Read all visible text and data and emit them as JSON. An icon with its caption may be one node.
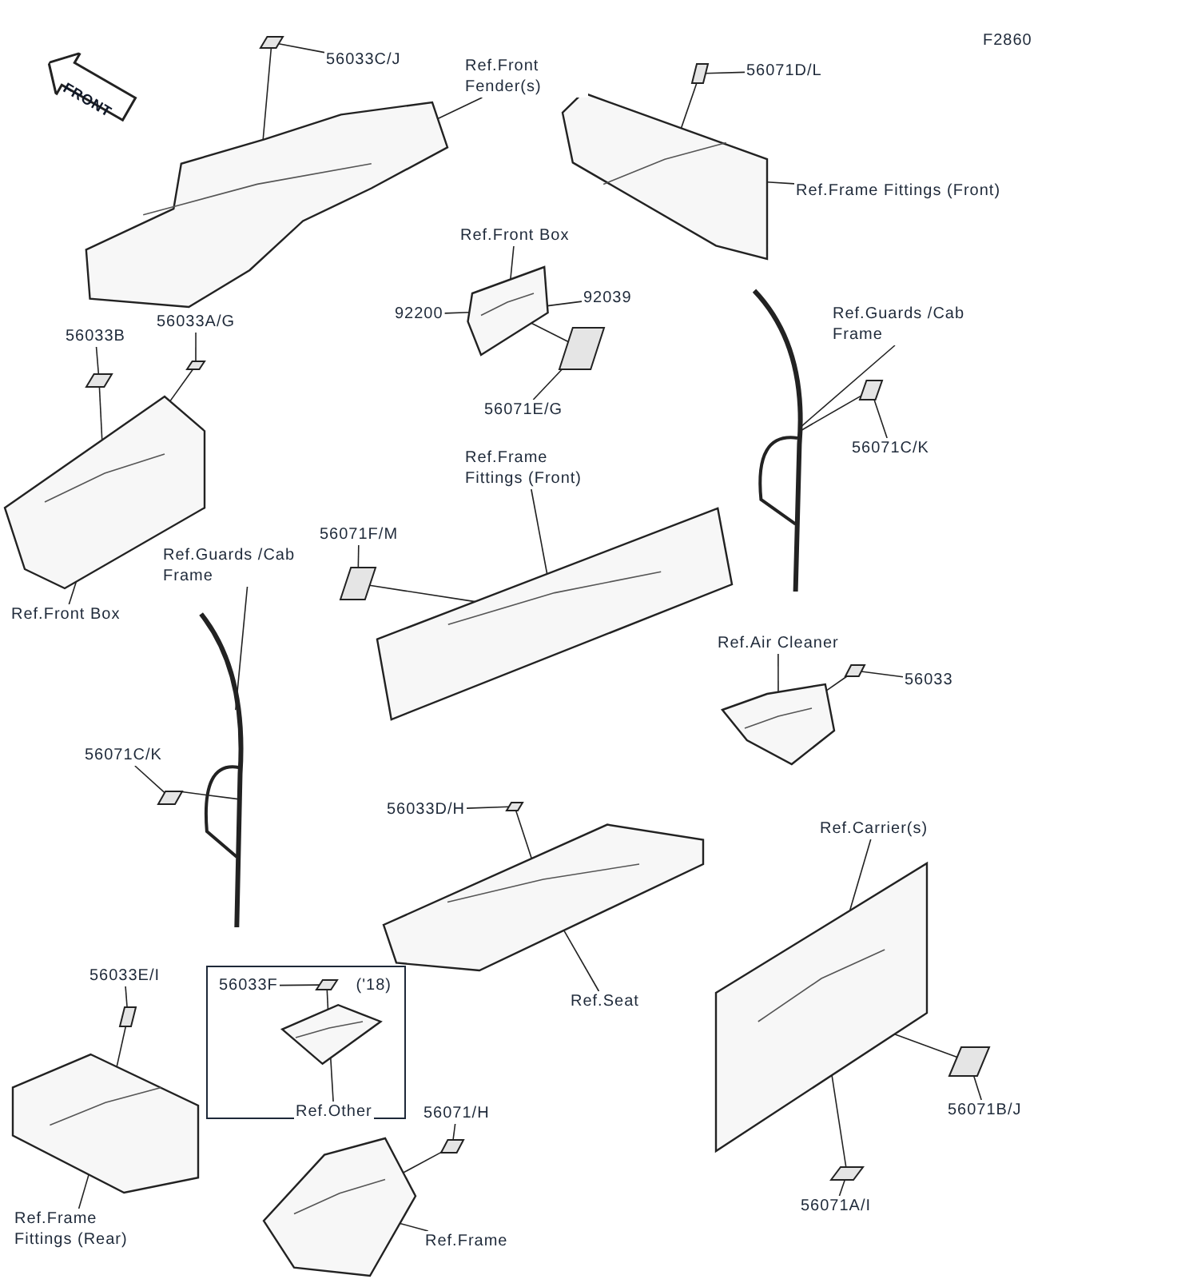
{
  "diagram": {
    "nodes": [
      {
        "text": [
          "56033C/J"
        ]
      },
      {
        "text": [],
        "shape": "box"
      },
      {
        "text": [
          "Ref.Front Fender(s)"
        ]
      },
      {
        "text": [],
        "shape": "picture"
      },
      {
        "text": [
          "56071D/L"
        ]
      },
      {
        "text": [],
        "shape": "box"
      },
      {
        "text": [],
        "shape": "picture"
      },
      {
        "text": [
          "Ref.Frame Fittings (Front)"
        ]
      },
      {
        "text": [
          "Ref.Front Box"
        ]
      },
      {
        "text": [
          "92200"
        ]
      },
      {
        "text": [
          "92039"
        ]
      },
      {
        "text": [],
        "shape": "picture"
      },
      {
        "text": [],
        "shape": "box"
      },
      {
        "text": [
          "56071E/G"
        ]
      },
      {
        "text": [
          "56033B"
        ]
      },
      {
        "text": [
          "56033A/G"
        ]
      },
      {
        "text": [],
        "shape": "box"
      },
      {
        "text": [],
        "shape": "box"
      },
      {
        "text": [],
        "shape": "picture"
      },
      {
        "text": [
          "Ref.Front Box"
        ]
      },
      {
        "text": [
          "Ref.Guards /Cab Frame"
        ]
      },
      {
        "text": [],
        "shape": "picture"
      },
      {
        "text": [],
        "shape": "box"
      },
      {
        "text": [
          "56071C/K"
        ]
      },
      {
        "text": [
          "Ref.Frame Fittings (Front)"
        ]
      },
      {
        "text": [
          "56071F/M"
        ]
      },
      {
        "text": [],
        "shape": "box"
      },
      {
        "text": [],
        "shape": "picture"
      },
      {
        "text": [
          "Ref.Guards /Cab Frame"
        ]
      },
      {
        "text": [],
        "shape": "picture"
      },
      {
        "text": [
          "56071C/K"
        ]
      },
      {
        "text": [],
        "shape": "box"
      },
      {
        "text": [
          "Ref.Air Cleaner"
        ]
      },
      {
        "text": [],
        "shape": "picture"
      },
      {
        "text": [],
        "shape": "box"
      },
      {
        "text": [
          "56033"
        ]
      },
      {
        "text": [
          "56033D/H"
        ]
      },
      {
        "text": [],
        "shape": "box"
      },
      {
        "text": [],
        "shape": "picture"
      },
      {
        "text": [
          "Ref.Seat"
        ]
      },
      {
        "text": [
          "Ref.Carrier(s)"
        ]
      },
      {
        "text": [],
        "shape": "picture"
      },
      {
        "text": [],
        "shape": "box"
      },
      {
        "text": [],
        "shape": "box"
      },
      {
        "text": [
          "56071A/I"
        ]
      },
      {
        "text": [
          "56071B/J"
        ]
      },
      {
        "text": [
          "56033E/I"
        ]
      },
      {
        "text": [],
        "shape": "box"
      },
      {
        "text": [],
        "shape": "picture"
      },
      {
        "text": [
          "Ref.Frame Fittings (Rear)"
        ]
      },
      {
        "text": [
          "('18)"
        ]
      },
      {
        "text": [
          "56033F"
        ],
        "in": 50
      },
      {
        "text": [],
        "shape": "box",
        "in": 50
      },
      {
        "text": [],
        "shape": "picture",
        "in": 50
      },
      {
        "text": [
          "Ref.Other"
        ],
        "in": 50
      },
      {
        "text": [
          "56071/H"
        ]
      },
      {
        "text": [],
        "shape": "box"
      },
      {
        "text": [],
        "shape": "picture"
      },
      {
        "text": [
          "Ref.Frame"
        ]
      }
    ],
    "edges": [
      {
        "from": 0,
        "to": 1,
        "arrow": "none"
      },
      {
        "from": 1,
        "to": 3,
        "arrow": "none"
      },
      {
        "from": 2,
        "to": 3,
        "arrow": "none"
      },
      {
        "from": 4,
        "to": 5,
        "arrow": "none"
      },
      {
        "from": 5,
        "to": 6,
        "arrow": "none"
      },
      {
        "from": 7,
        "to": 6,
        "arrow": "none"
      },
      {
        "from": 8,
        "to": 11,
        "arrow": "none"
      },
      {
        "from": 9,
        "to": 11,
        "arrow": "none"
      },
      {
        "from": 10,
        "to": 11,
        "arrow": "none"
      },
      {
        "from": 12,
        "to": 11,
        "arrow": "none"
      },
      {
        "from": 13,
        "to": 12,
        "arrow": "none"
      },
      {
        "from": 14,
        "to": 16,
        "arrow": "none"
      },
      {
        "from": 16,
        "to": 18,
        "arrow": "none"
      },
      {
        "from": 15,
        "to": 17,
        "arrow": "none"
      },
      {
        "from": 17,
        "to": 18,
        "arrow": "none"
      },
      {
        "from": 19,
        "to": 18,
        "arrow": "none"
      },
      {
        "from": 20,
        "to": 21,
        "arrow": "none"
      },
      {
        "from": 22,
        "to": 21,
        "arrow": "none"
      },
      {
        "from": 23,
        "to": 22,
        "arrow": "none"
      },
      {
        "from": 24,
        "to": 27,
        "arrow": "none"
      },
      {
        "from": 25,
        "to": 26,
        "arrow": "none"
      },
      {
        "from": 26,
        "to": 27,
        "arrow": "none"
      },
      {
        "from": 28,
        "to": 29,
        "arrow": "none"
      },
      {
        "from": 30,
        "to": 31,
        "arrow": "none"
      },
      {
        "from": 31,
        "to": 29,
        "arrow": "none"
      },
      {
        "from": 32,
        "to": 33,
        "arrow": "none"
      },
      {
        "from": 34,
        "to": 33,
        "arrow": "none"
      },
      {
        "from": 35,
        "to": 34,
        "arrow": "none"
      },
      {
        "from": 36,
        "to": 37,
        "arrow": "none"
      },
      {
        "from": 37,
        "to": 38,
        "arrow": "none"
      },
      {
        "from": 39,
        "to": 38,
        "arrow": "none"
      },
      {
        "from": 40,
        "to": 41,
        "arrow": "none"
      },
      {
        "from": 42,
        "to": 41,
        "arrow": "none"
      },
      {
        "from": 43,
        "to": 41,
        "arrow": "none"
      },
      {
        "from": 44,
        "to": 42,
        "arrow": "none"
      },
      {
        "from": 45,
        "to": 43,
        "arrow": "none"
      },
      {
        "from": 46,
        "to": 47,
        "arrow": "none"
      },
      {
        "from": 47,
        "to": 48,
        "arrow": "none"
      },
      {
        "from": 49,
        "to": 48,
        "arrow": "none"
      },
      {
        "from": 51,
        "to": 52,
        "arrow": "none"
      },
      {
        "from": 52,
        "to": 53,
        "arrow": "none"
      },
      {
        "from": 54,
        "to": 53,
        "arrow": "none"
      },
      {
        "from": 55,
        "to": 56,
        "arrow": "none"
      },
      {
        "from": 56,
        "to": 57,
        "arrow": "none"
      },
      {
        "from": 58,
        "to": 57,
        "arrow": "none"
      }
    ],
    "labels": [
      "F2860",
      "FRONT"
    ]
  }
}
